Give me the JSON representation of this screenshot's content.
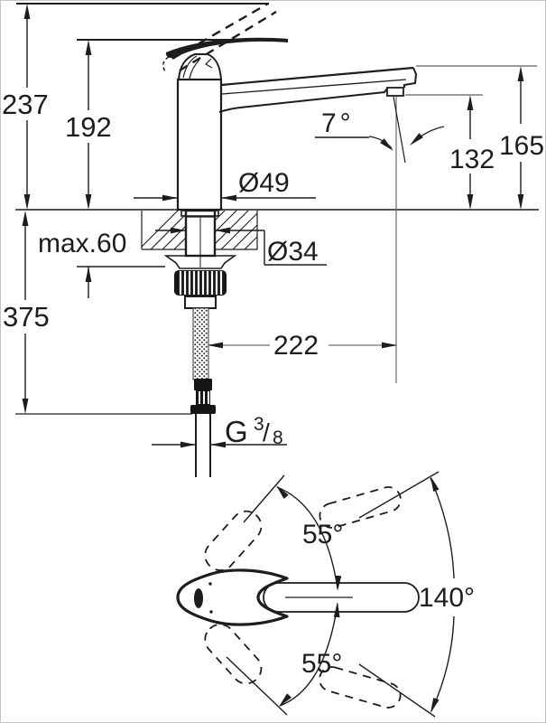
{
  "side_view": {
    "total_height": "237",
    "lever_tip_height": "192",
    "max_mounting_thickness": "max.60",
    "length_below_deck": "375",
    "body_diameter": "Ø49",
    "shank_diameter": "Ø34",
    "spout_reach": "222",
    "stream_angle": "7°",
    "outlet_height": "132",
    "spout_height": "165",
    "thread": {
      "prefix": "G",
      "numerator": "3",
      "slash": "/",
      "denominator": "8"
    }
  },
  "plan_view": {
    "swing_upper": "55°",
    "total_swing": "140°",
    "swing_lower": "55°"
  },
  "colors": {
    "line": "#1d1d1b",
    "reference_line": "#9a9a9a",
    "background": "#ffffff",
    "border": "#c4c4c4"
  }
}
